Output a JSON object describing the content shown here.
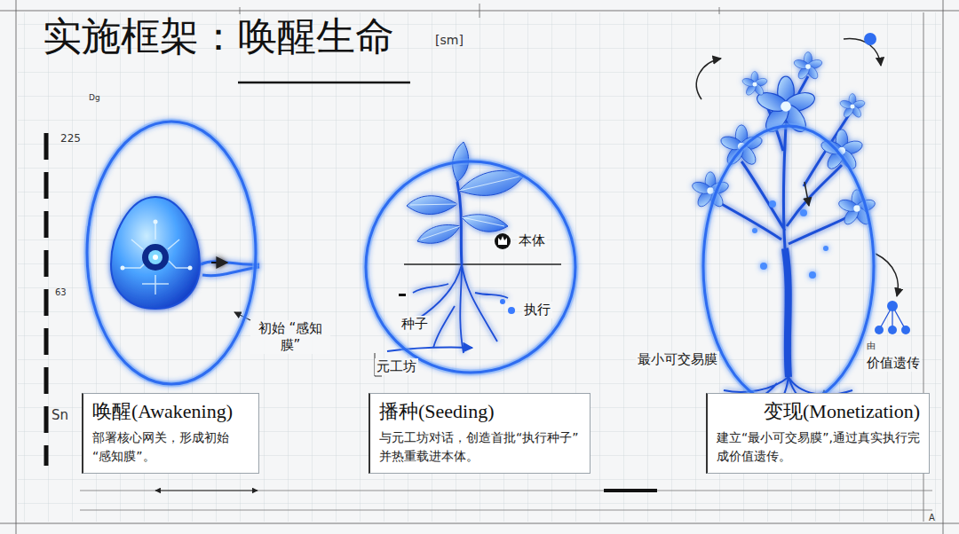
{
  "diagram": {
    "title": "实施框架：唤醒生命",
    "nodes": [
      {
        "text": [
          "初始 “感知膜”"
        ]
      },
      {
        "text": [
          "本体",
          "种子",
          "执行",
          "元工坊"
        ]
      },
      {
        "text": [
          "最小可交易膜",
          "价值遗传"
        ]
      },
      {
        "text": [
          "唤醒(Awakening)",
          "部署核心网关，形成初始 “感知膜”。"
        ]
      },
      {
        "text": [
          "播种(Seeding)",
          "与元工坊对话，创造首批“执行种子”并热重载进本体。"
        ]
      },
      {
        "text": [
          "变现(Monetization)",
          "建立“最小可交易膜”,通过真实执行完成价值遗传。"
        ]
      }
    ],
    "edges": [
      {
        "from": 0,
        "to": 1,
        "arrow": "to"
      },
      {
        "from": 1,
        "to": 2,
        "arrow": "to"
      }
    ],
    "labels": [
      "[sm]",
      "Dg",
      "225",
      "63",
      "Sn",
      "由",
      "A"
    ]
  }
}
